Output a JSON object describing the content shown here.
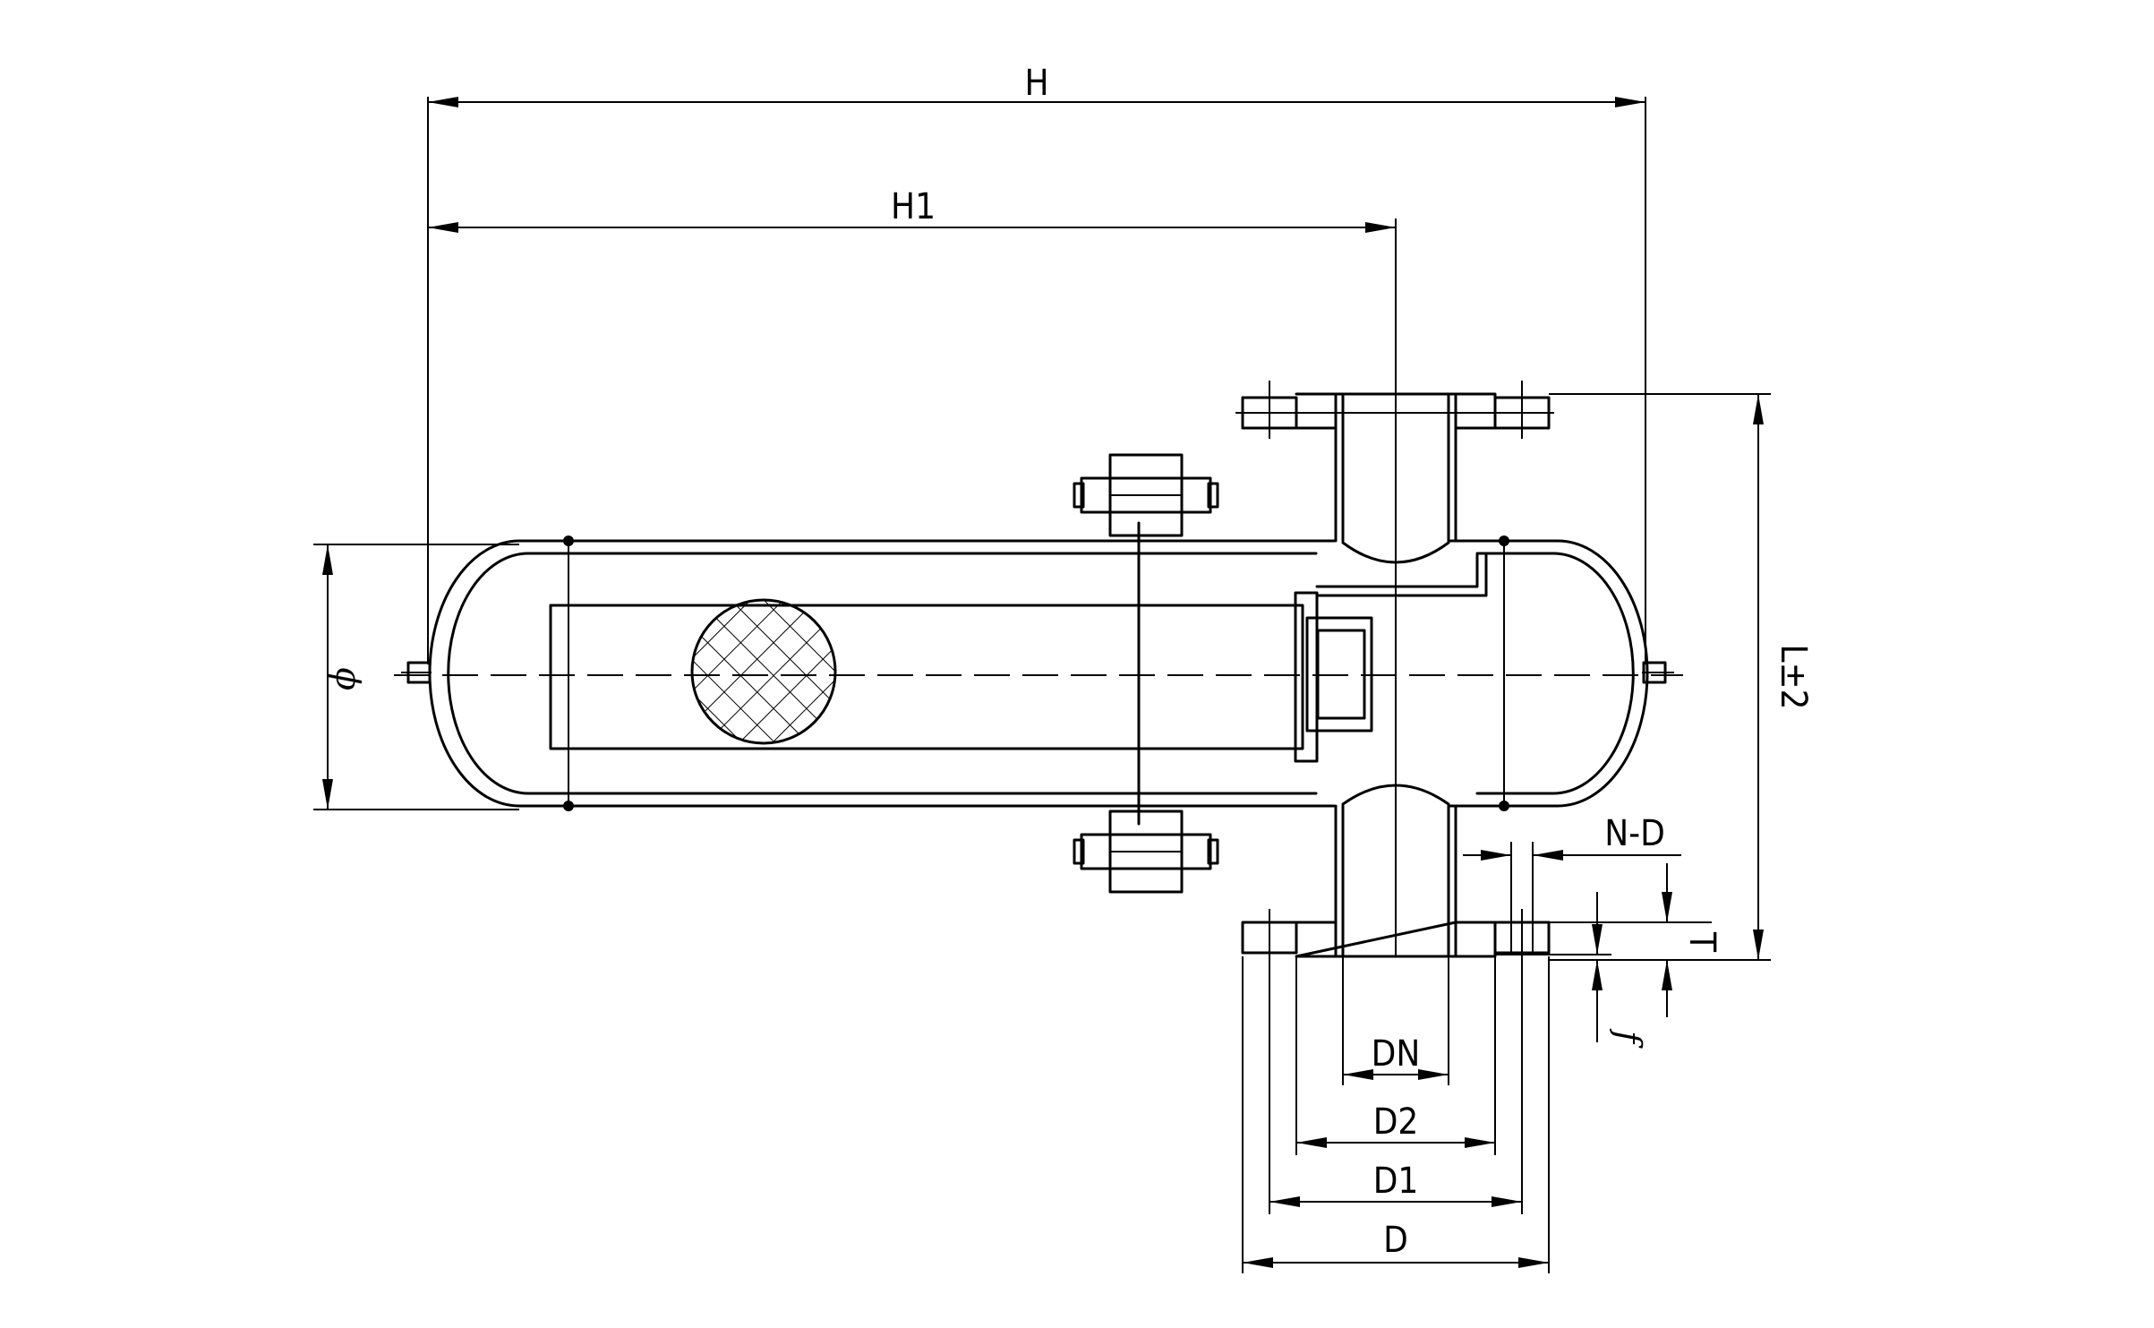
{
  "labels": {
    "H": "H",
    "H1": "H1",
    "diameter": "ϕ",
    "L": "L±2",
    "ND": "N-D",
    "T": "T",
    "f": "f",
    "DN": "DN",
    "D2": "D2",
    "D1": "D1",
    "D": "D"
  }
}
